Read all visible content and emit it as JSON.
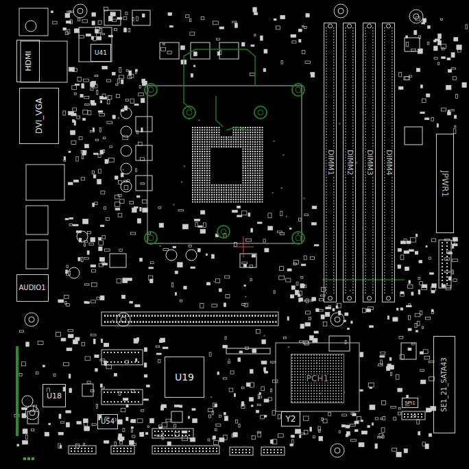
{
  "diagram": {
    "nodes": [
      {
        "text": [
          "HDMI"
        ]
      },
      {
        "text": [
          "U41"
        ]
      },
      {
        "text": [
          "DVI_VGA"
        ]
      },
      {
        "text": [
          "AUDIO1"
        ]
      },
      {
        "text": [
          "DIMM1"
        ]
      },
      {
        "text": [
          "DIMM2"
        ]
      },
      {
        "text": [
          "DIMM3"
        ]
      },
      {
        "text": [
          "DIMM4"
        ]
      },
      {
        "text": [
          "JPWR1"
        ]
      },
      {
        "text": [
          "U19"
        ]
      },
      {
        "text": [
          "U18"
        ]
      },
      {
        "text": [
          "U54"
        ]
      },
      {
        "text": [
          "PCH1"
        ]
      },
      {
        "text": [
          "Y2"
        ]
      },
      {
        "text": [
          "SPI1"
        ]
      },
      {
        "text": [
          "SE1_21_SATA43"
        ]
      }
    ]
  }
}
